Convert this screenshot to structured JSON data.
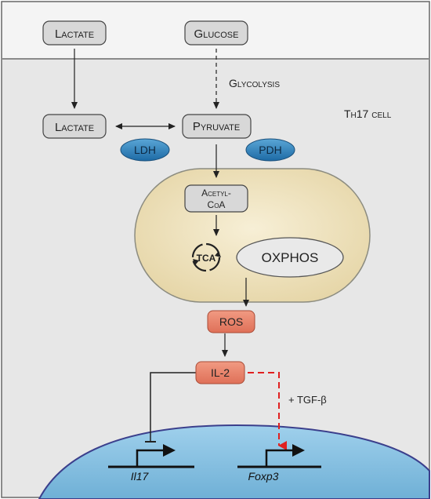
{
  "nodes": {
    "lactate_outside": "Lactate",
    "glucose": "Glucose",
    "lactate_inside": "Lactate",
    "pyruvate": "Pyruvate",
    "acetyl_coa_line1": "Acetyl-",
    "acetyl_coa_line2": "CoA",
    "oxphos": "OXPHOS",
    "ros": "ROS",
    "il2": "IL-2"
  },
  "enzymes": {
    "ldh": "LDH",
    "pdh": "PDH",
    "tca": "TCA"
  },
  "labels": {
    "glycolysis": "Glycolysis",
    "cell": "Th17 cell",
    "tgf": "+ TGF-β"
  },
  "genes": {
    "il17": "Il17",
    "foxp3": "Foxp3"
  },
  "colors": {
    "extracellular": "#f4f4f4",
    "cytoplasm": "#e6e6e6",
    "membrane": "#8a8a8a",
    "node_fill": "#d8d8d8",
    "mito_fill": "#ece0b9",
    "mito_border": "#8c8c80",
    "enzyme_fill": "#2f7fb8",
    "signal_fill": "#e8826a",
    "nucleus_fill": "#8dc3e2",
    "nucleus_border": "#3b3f8c",
    "activation_arrow": "#e02020"
  }
}
